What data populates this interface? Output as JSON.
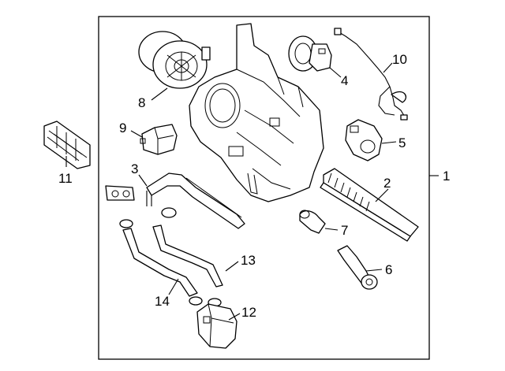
{
  "callouts": {
    "n1": "1",
    "n2": "2",
    "n3": "3",
    "n4": "4",
    "n5": "5",
    "n6": "6",
    "n7": "7",
    "n8": "8",
    "n9": "9",
    "n10": "10",
    "n11": "11",
    "n12": "12",
    "n13": "13",
    "n14": "14"
  }
}
